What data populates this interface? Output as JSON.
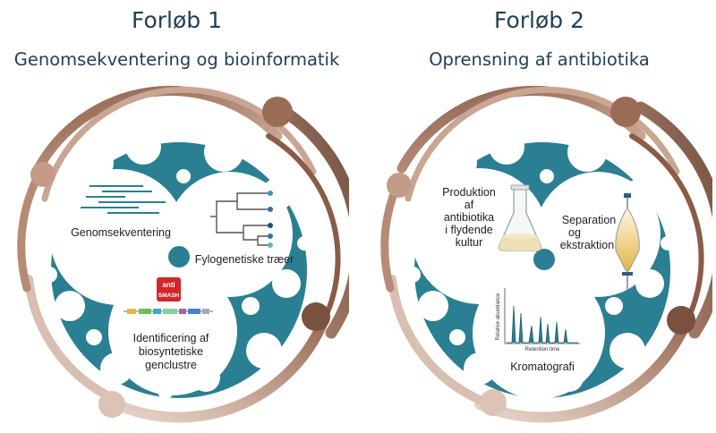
{
  "panels": [
    {
      "title": "Forløb 1",
      "subtitle": "Genomsekventering og bioinformatik",
      "labels": {
        "sequencing": "Genomsekventering",
        "phylo": "Fylogenetiske træer",
        "bgc_line1": "Identificering af",
        "bgc_line2": "biosyntetiske",
        "bgc_line3": "genclustre"
      },
      "logo": {
        "top": "anti",
        "bottom": "SMASH"
      }
    },
    {
      "title": "Forløb 2",
      "subtitle": "Oprensning af antibiotika",
      "labels": {
        "prod_line1": "Produktion",
        "prod_line2": "af",
        "prod_line3": "antibiotika",
        "prod_line4": "i flydende",
        "prod_line5": "kultur",
        "sep_line1": "Separation",
        "sep_line2": "og",
        "sep_line3": "ekstraktion",
        "chroma": "Kromatografi",
        "chroma_x": "Retention time",
        "chroma_y": "Relative abundance"
      }
    }
  ],
  "colors": {
    "teal": "#2a7f92",
    "brown_dark": "#6e4a38",
    "brown_mid": "#9a6b55",
    "brown_light": "#c6a08c",
    "beige": "#e2ccbc",
    "title": "#1f3f55",
    "logo_red": "#d0262c"
  },
  "icons": [
    "sequence-reads-icon",
    "phylogenetic-tree-icon",
    "antismash-logo",
    "gene-cluster-icon",
    "erlenmeyer-flask-icon",
    "separatory-funnel-icon",
    "chromatogram-icon"
  ]
}
